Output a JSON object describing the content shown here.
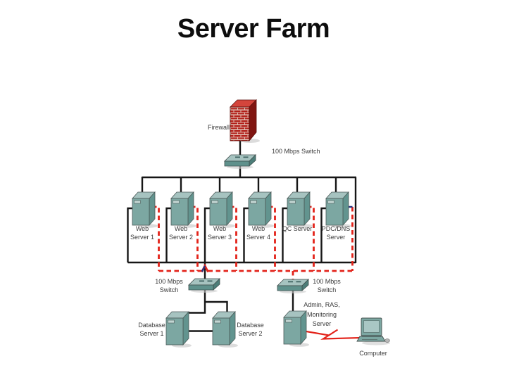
{
  "title": "Server Farm",
  "colors": {
    "line_black": "#161616",
    "line_red": "#e3231a",
    "accent_navy": "#2a3380",
    "node_teal": "#7ca7a2",
    "node_teal_top": "#a6c3c0",
    "node_teal_side": "#62948f",
    "firewall_brick": "#b2201a",
    "text": "#3b3b3b"
  },
  "nodes": {
    "firewall": {
      "label": "Firewall"
    },
    "top_switch": {
      "label": "100 Mbps Switch"
    },
    "servers": [
      {
        "line1": "Web",
        "line2": "Server 1"
      },
      {
        "line1": "Web",
        "line2": "Server 2"
      },
      {
        "line1": "Web",
        "line2": "Server 3"
      },
      {
        "line1": "Web",
        "line2": "Server 4"
      },
      {
        "line1": "QC Server",
        "line2": ""
      },
      {
        "line1": "PDC/DNS",
        "line2": "Server"
      }
    ],
    "left_switch": {
      "line1": "100 Mbps",
      "line2": "Switch"
    },
    "right_switch": {
      "line1": "100 Mbps",
      "line2": "Switch"
    },
    "database_server_1": {
      "line1": "Database",
      "line2": "Server 1"
    },
    "database_server_2": {
      "line1": "Database",
      "line2": "Server 2"
    },
    "admin_server": {
      "line1": "Admin, RAS,",
      "line2": "Monitoring",
      "line3": "Server"
    },
    "computer": {
      "label": "Computer"
    }
  }
}
